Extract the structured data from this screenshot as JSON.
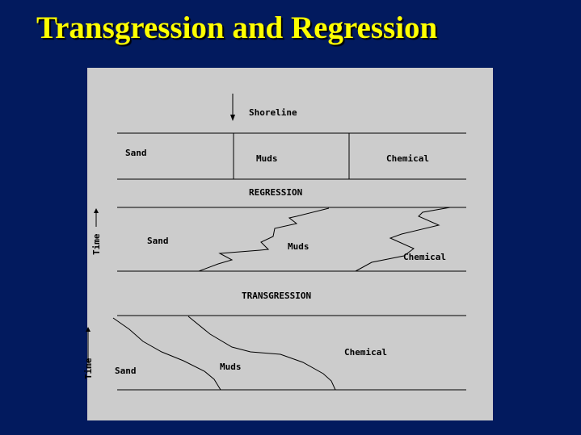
{
  "slide_title": "Transgression and Regression",
  "diagram": {
    "top": {
      "shoreline": "Shoreline",
      "sand": "Sand",
      "muds": "Muds",
      "chemical": "Chemical"
    },
    "regression": {
      "heading": "REGRESSION",
      "time": "Time",
      "sand": "Sand",
      "muds": "Muds",
      "chemical": "Chemical"
    },
    "transgression": {
      "heading": "TRANSGRESSION",
      "time": "Time",
      "sand": "Sand",
      "muds": "Muds",
      "chemical": "Chemical"
    }
  }
}
